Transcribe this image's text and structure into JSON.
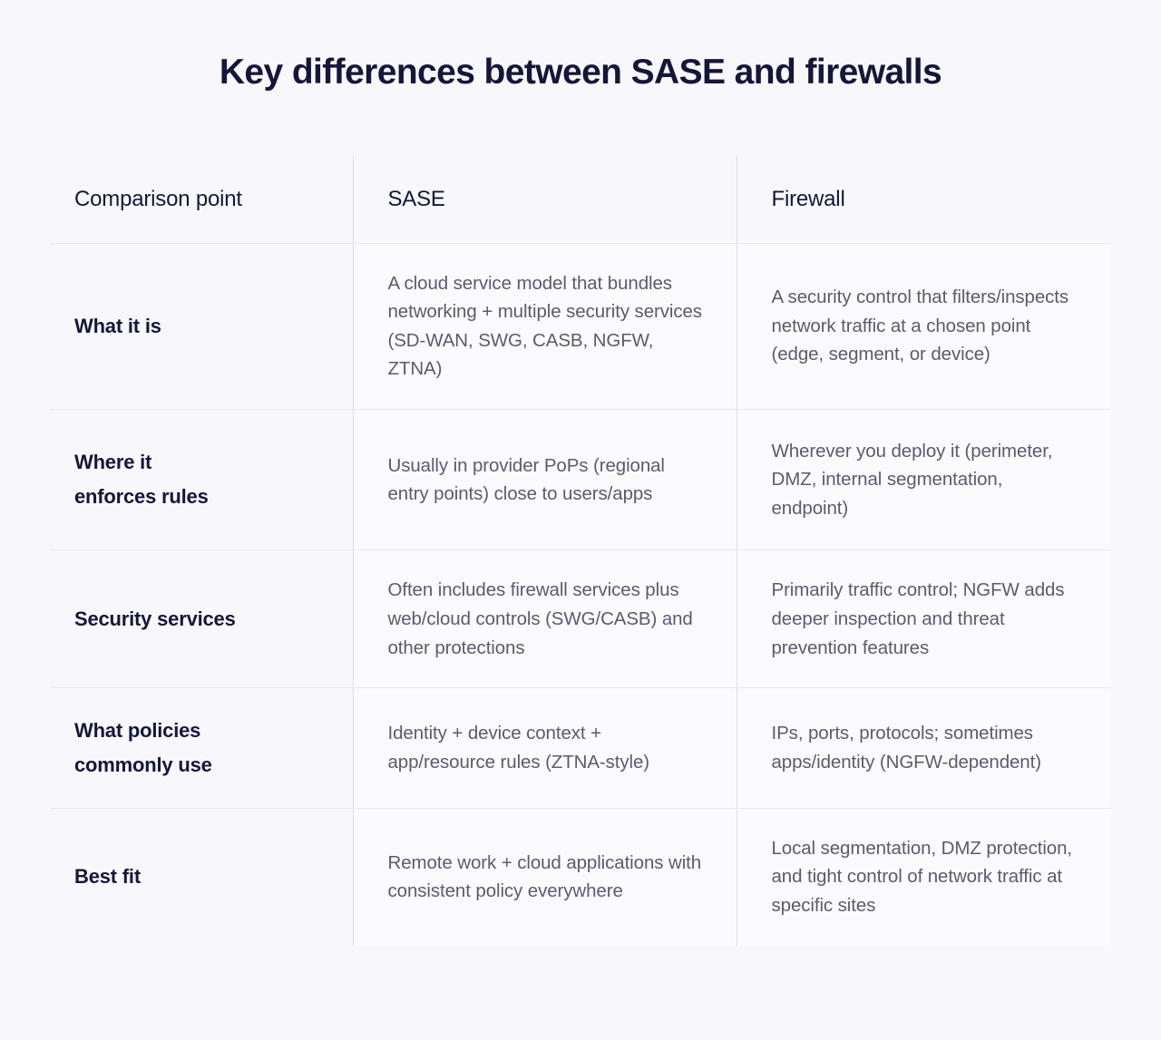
{
  "title": "Key differences between SASE and firewalls",
  "colors": {
    "page_background": "#f8f8fc",
    "cell_background": "#fbfbfe",
    "heading_text": "#16163a",
    "body_text": "#5b5b6e",
    "divider": "#e7e7f0",
    "column_divider": "#dcdce8"
  },
  "table": {
    "headers": {
      "comparison_point": "Comparison point",
      "sase": "SASE",
      "firewall": "Firewall"
    },
    "rows": [
      {
        "label": "What it is",
        "sase": "A cloud service model that bundles networking + multiple security services (SD-WAN, SWG, CASB, NGFW, ZTNA)",
        "firewall": "A security control that filters/inspects network traffic at a chosen point (edge, segment, or device)"
      },
      {
        "label": "Where it\nenforces rules",
        "sase": "Usually in provider PoPs (regional entry points) close to users/apps",
        "firewall": "Wherever you deploy it (perimeter, DMZ, internal segmentation, endpoint)"
      },
      {
        "label": "Security services",
        "sase": "Often includes firewall services plus web/cloud controls (SWG/CASB) and other protections",
        "firewall": "Primarily traffic control; NGFW adds deeper inspection and threat prevention features"
      },
      {
        "label": "What policies\ncommonly use",
        "sase": "Identity + device context + app/resource rules (ZTNA-style)",
        "firewall": "IPs, ports, protocols; sometimes apps/identity (NGFW-dependent)"
      },
      {
        "label": "Best fit",
        "sase": "Remote work + cloud applications with consistent policy everywhere",
        "firewall": "Local segmentation, DMZ protection, and tight control of network traffic at specific sites"
      }
    ]
  }
}
